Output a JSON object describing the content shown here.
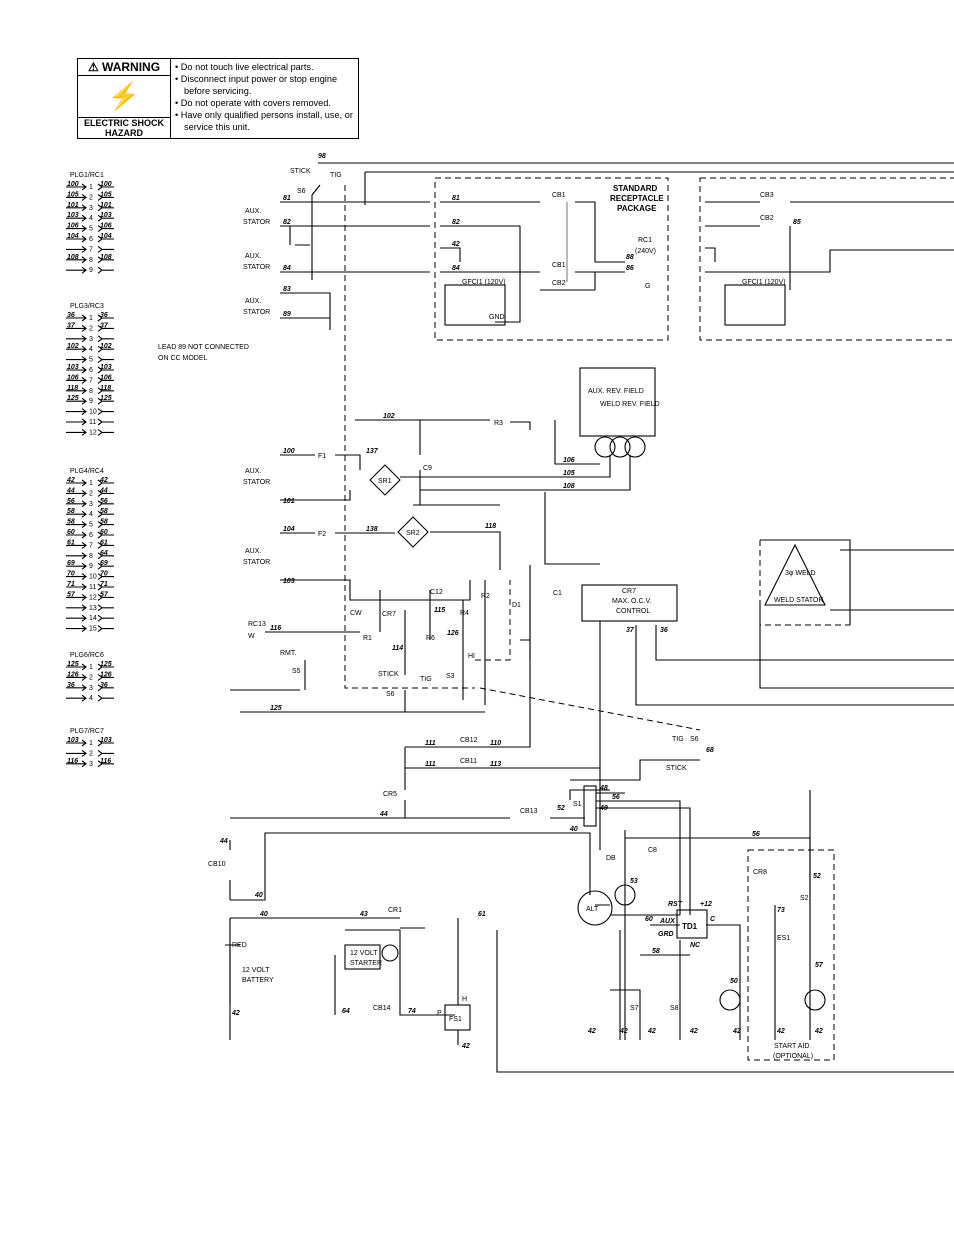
{
  "warning": {
    "title": "WARNING",
    "hazard": "ELECTRIC SHOCK HAZARD",
    "bullets": [
      "Do not touch live electrical parts.",
      "Disconnect input power or stop engine before servicing.",
      "Do not operate with covers removed.",
      "Have only qualified persons install, use, or service this unit."
    ]
  },
  "plugs": [
    {
      "title": "PLG1/RC1",
      "pins": [
        [
          "100",
          "1",
          "100"
        ],
        [
          "105",
          "2",
          "105"
        ],
        [
          "101",
          "3",
          "101"
        ],
        [
          "103",
          "4",
          "103"
        ],
        [
          "106",
          "5",
          "106"
        ],
        [
          "104",
          "6",
          "104"
        ],
        [
          "",
          "7",
          ""
        ],
        [
          "108",
          "8",
          "108"
        ],
        [
          "",
          "9",
          ""
        ]
      ]
    },
    {
      "title": "PLG3/RC3",
      "pins": [
        [
          "36",
          "1",
          "36"
        ],
        [
          "37",
          "2",
          "37"
        ],
        [
          "",
          "3",
          ""
        ],
        [
          "102",
          "4",
          "102"
        ],
        [
          "",
          "5",
          ""
        ],
        [
          "103",
          "6",
          "103"
        ],
        [
          "106",
          "7",
          "106"
        ],
        [
          "118",
          "8",
          "118"
        ],
        [
          "125",
          "9",
          "125"
        ],
        [
          "",
          "10",
          ""
        ],
        [
          "",
          "11",
          ""
        ],
        [
          "",
          "12",
          ""
        ]
      ]
    },
    {
      "title": "PLG4/RC4",
      "pins": [
        [
          "42",
          "1",
          "42"
        ],
        [
          "44",
          "2",
          "44"
        ],
        [
          "56",
          "3",
          "56"
        ],
        [
          "58",
          "4",
          "58"
        ],
        [
          "58",
          "5",
          "58"
        ],
        [
          "60",
          "6",
          "60"
        ],
        [
          "61",
          "7",
          "61"
        ],
        [
          "",
          "8",
          "64"
        ],
        [
          "69",
          "9",
          "69"
        ],
        [
          "70",
          "10",
          "70"
        ],
        [
          "71",
          "11",
          "71"
        ],
        [
          "57",
          "12",
          "57"
        ],
        [
          "",
          "13",
          ""
        ],
        [
          "",
          "14",
          ""
        ],
        [
          "",
          "15",
          ""
        ]
      ]
    },
    {
      "title": "PLG6/RC6",
      "pins": [
        [
          "125",
          "1",
          "125"
        ],
        [
          "126",
          "2",
          "126"
        ],
        [
          "36",
          "3",
          "36"
        ],
        [
          "",
          "4",
          ""
        ]
      ]
    },
    {
      "title": "PLG7/RC7",
      "pins": [
        [
          "103",
          "1",
          "103"
        ],
        [
          "",
          "2",
          ""
        ],
        [
          "116",
          "3",
          "116"
        ]
      ]
    }
  ],
  "labels": {
    "stick": "STICK",
    "tig": "TIG",
    "s6": "S6",
    "aux_stator": "AUX.",
    "stator": "STATOR",
    "lead89": "LEAD 89 NOT CONNECTED",
    "cc_model": "ON CC MODEL",
    "std_pkg_1": "STANDARD",
    "std_pkg_2": "RECEPTACLE",
    "std_pkg_3": "PACKAGE",
    "cb1": "CB1",
    "cb2": "CB2",
    "cb3": "CB3",
    "rc1": "RC1",
    "rc1_v": "(240V)",
    "gfci": "GFCI1  (120V)",
    "gnd": "GND",
    "g": "G",
    "aux_rev_field": "AUX. REV. FIELD",
    "weld_rev_field": "WELD REV. FIELD",
    "f1": "F1",
    "f2": "F2",
    "sr1": "SR1",
    "sr2": "SR2",
    "c9": "C9",
    "r3": "R3",
    "c12": "C12",
    "r1": "R1",
    "r2": "R2",
    "r4": "R4",
    "r6": "R6",
    "cw": "CW",
    "cr7": "CR7",
    "d1": "D1",
    "c1": "C1",
    "cr7_box_1": "CR7",
    "cr7_box_2": "MAX. O.C.V.",
    "cr7_box_3": "CONTROL",
    "weld_3ph": "3φ WELD",
    "weld_stator": "WELD STATOR",
    "rc13": "RC13",
    "w": "W",
    "rmt": "RMT.",
    "s5": "S5",
    "s3": "S3",
    "hi": "HI",
    "cb12": "CB12",
    "cb11": "CB11",
    "cb13": "CB13",
    "cb10": "CB10",
    "cb14": "CB14",
    "cr5": "CR5",
    "cr1": "CR1",
    "s1": "S1",
    "db": "DB",
    "c8": "C8",
    "alt": "ALT",
    "td1": "TD1",
    "rst": "RST",
    "plus12": "+12",
    "aux": "AUX",
    "grd": "GRD",
    "nc": "NC",
    "c": "C",
    "s7": "S7",
    "s8": "S8",
    "cr8": "CR8",
    "es1": "ES1",
    "s2": "S2",
    "start_aid": "START AID",
    "optional": "(OPTIONAL)",
    "red": "RED",
    "battery_1": "12 VOLT",
    "battery_2": "BATTERY",
    "starter_1": "12 VOLT",
    "starter_2": "STARTER",
    "fs1": "FS1",
    "h": "H",
    "p": "P"
  },
  "wires": {
    "w98": "98",
    "w81": "81",
    "w82": "82",
    "w42": "42",
    "w84": "84",
    "w83": "83",
    "w89": "89",
    "w88": "88",
    "w86": "86",
    "w85": "85",
    "w102": "102",
    "w100": "100",
    "w137": "137",
    "w101": "101",
    "w104": "104",
    "w138": "138",
    "w103": "103",
    "w106": "106",
    "w105": "105",
    "w108": "108",
    "w118": "118",
    "w116": "116",
    "w114": "114",
    "w115": "115",
    "w126": "126",
    "w125": "125",
    "w36": "36",
    "w37": "37",
    "w111": "111",
    "w110": "110",
    "w113": "113",
    "w68": "68",
    "w48": "48",
    "w56": "56",
    "w49": "49",
    "w52": "52",
    "w44": "44",
    "w40": "40",
    "w53": "53",
    "w60": "60",
    "w58": "58",
    "w50": "50",
    "w73": "73",
    "w57": "57",
    "w43": "43",
    "w61": "61",
    "w64": "64",
    "w74": "74"
  }
}
